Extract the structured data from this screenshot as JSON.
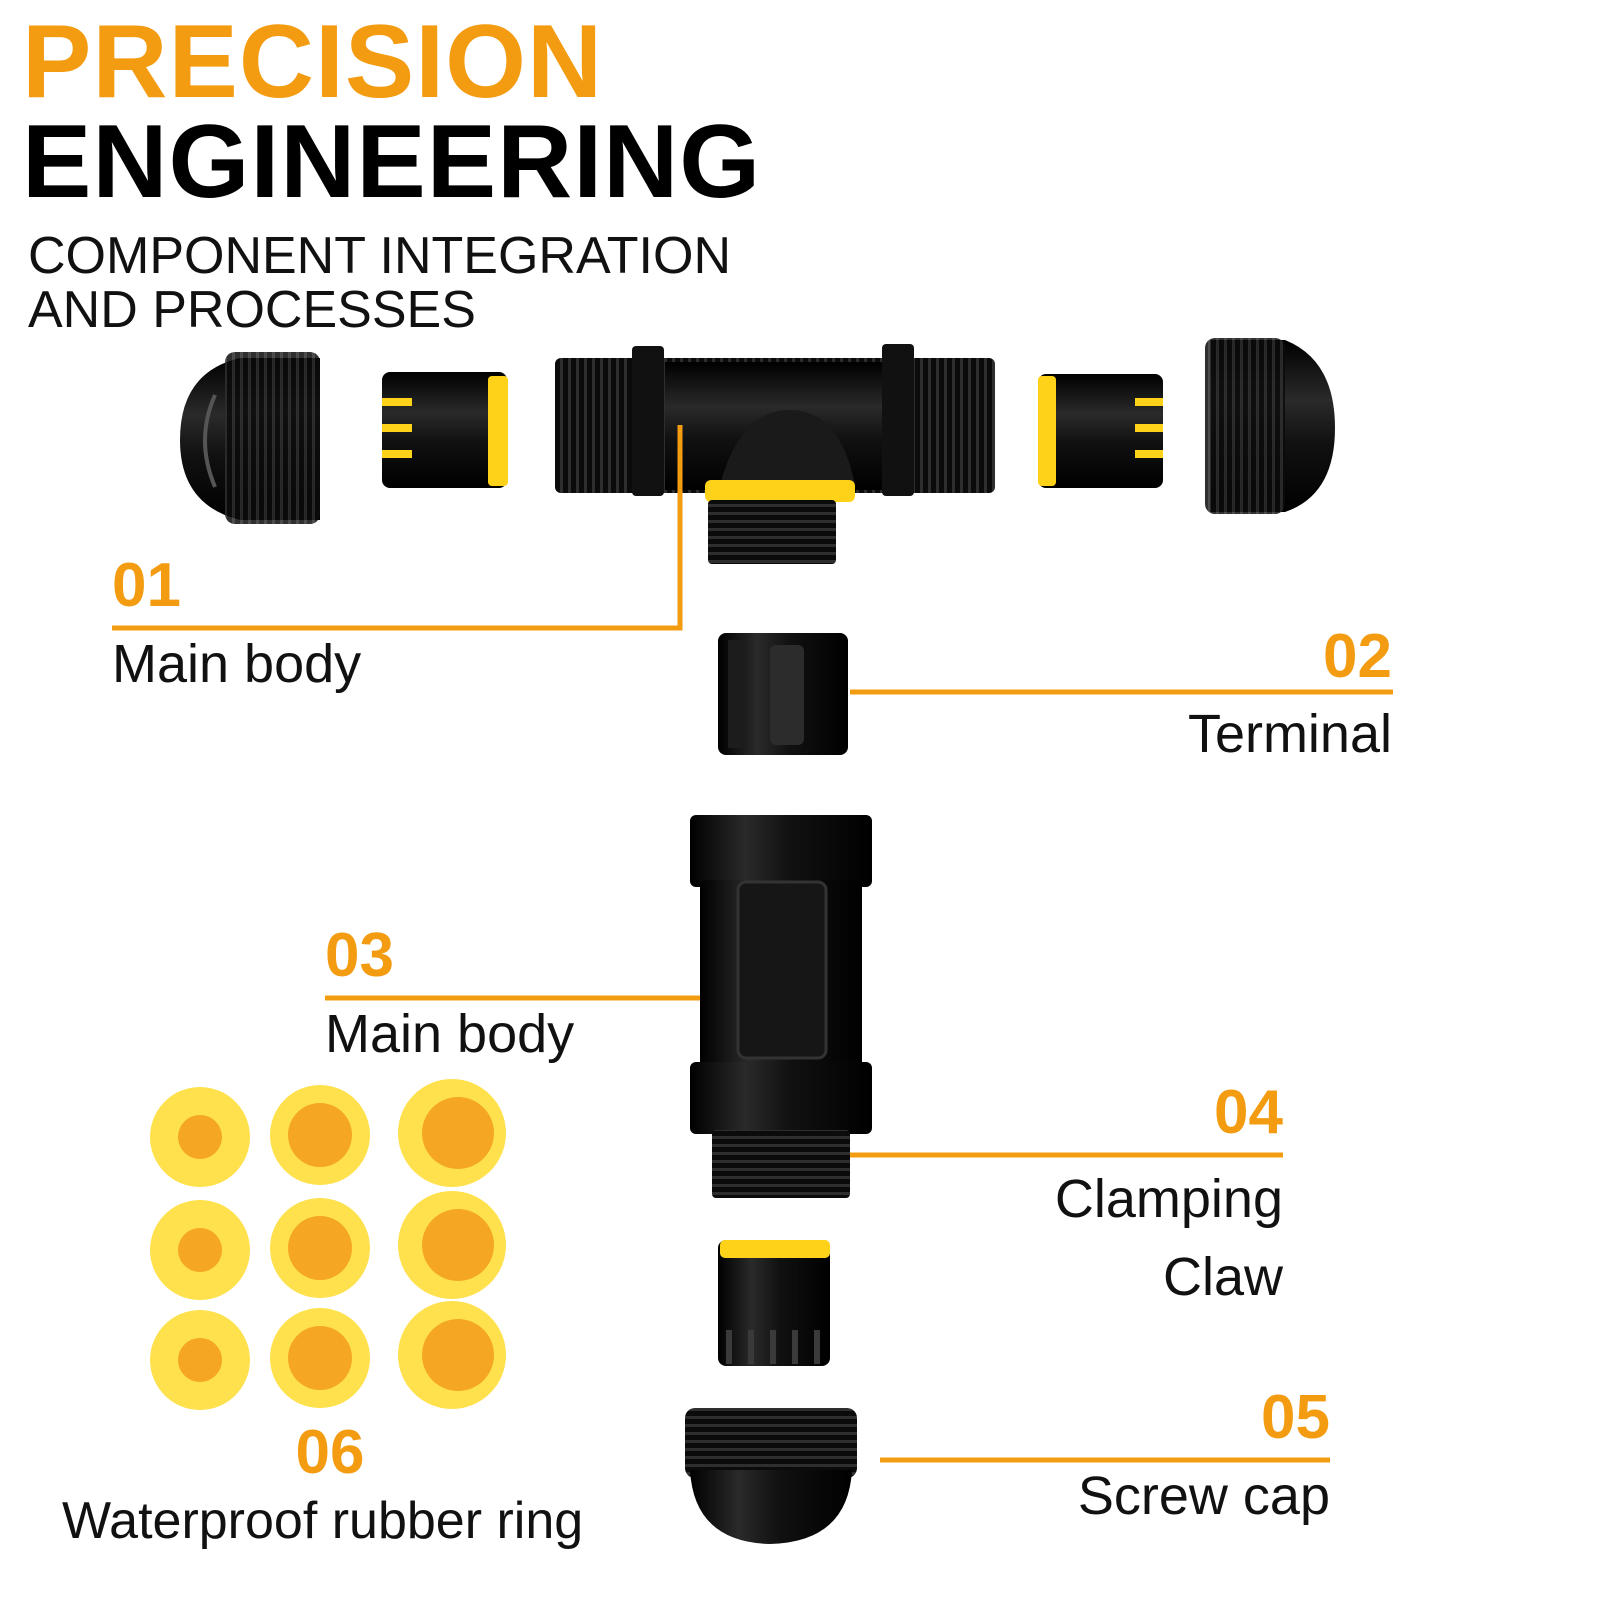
{
  "header": {
    "title_line1": "PRECISION",
    "title_line2": "ENGINEERING",
    "subtitle_line1": "COMPONENT INTEGRATION",
    "subtitle_line2": "AND PROCESSES"
  },
  "colors": {
    "accent": "#f39c12",
    "rubber_yellow": "#ffe14d",
    "rubber_center": "#f5a623",
    "plastic_black": "#0c0c0c"
  },
  "callouts": [
    {
      "number": "01",
      "label": "Main body"
    },
    {
      "number": "02",
      "label": "Terminal"
    },
    {
      "number": "03",
      "label": "Main body"
    },
    {
      "number": "04",
      "label": "Clamping Claw",
      "label_line1": "Clamping",
      "label_line2": "Claw"
    },
    {
      "number": "05",
      "label": "Screw cap"
    },
    {
      "number": "06",
      "label": "Waterproof rubber ring"
    }
  ],
  "rubber_rings": {
    "count": 9
  }
}
